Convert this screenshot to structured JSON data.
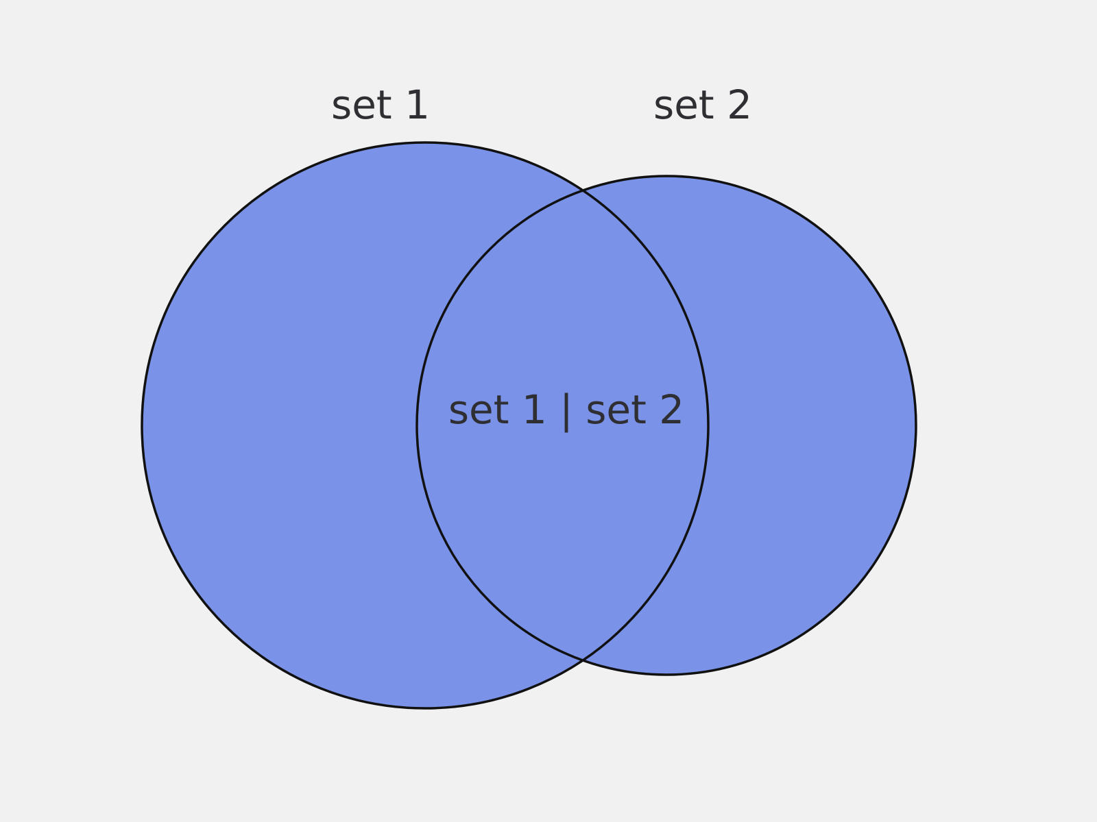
{
  "diagram": {
    "type": "venn",
    "colors": {
      "background": "#f1f1f1",
      "fill": "#7a93e8",
      "stroke": "#111111",
      "text": "#2f2f33"
    },
    "sets": [
      {
        "label": "set 1"
      },
      {
        "label": "set 2"
      }
    ],
    "intersection_label": "set 1 | set 2"
  }
}
